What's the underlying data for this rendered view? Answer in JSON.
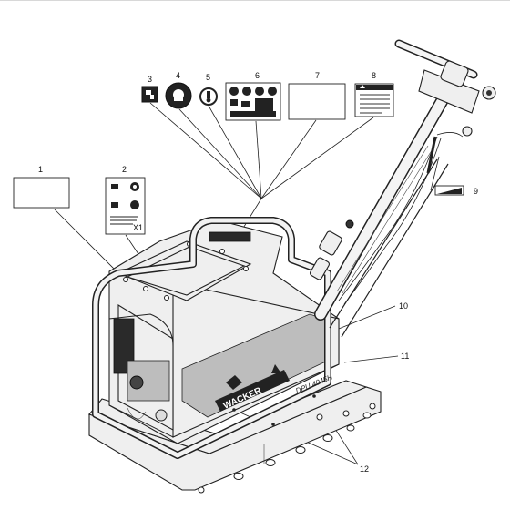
{
  "callouts": {
    "c1": "1",
    "c2": "2",
    "c3": "3",
    "c4": "4",
    "c5": "5",
    "c6": "6",
    "c7": "7",
    "c8": "8",
    "c9": "9",
    "c10": "10",
    "c11": "11",
    "c12": "12"
  },
  "machine": {
    "brand": "WACKER",
    "model": "DPU 4045H"
  },
  "decals": {
    "c2_badge": "X1"
  }
}
